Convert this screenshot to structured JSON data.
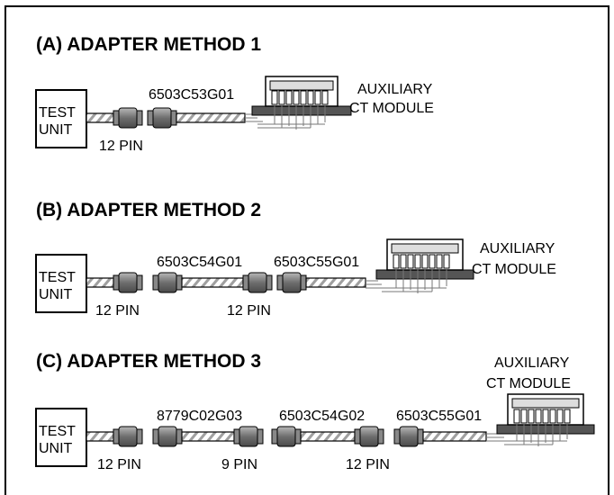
{
  "sections": [
    {
      "title": "(A) ADAPTER METHOD 1",
      "test_unit": [
        "TEST",
        "UNIT"
      ],
      "cables": [
        "6503C53G01"
      ],
      "pin_labels": [
        "12 PIN"
      ],
      "module_label": [
        "AUXILIARY",
        "CT MODULE"
      ]
    },
    {
      "title": "(B) ADAPTER METHOD 2",
      "test_unit": [
        "TEST",
        "UNIT"
      ],
      "cables": [
        "6503C54G01",
        "6503C55G01"
      ],
      "pin_labels": [
        "12 PIN",
        "12 PIN"
      ],
      "module_label": [
        "AUXILIARY",
        "CT MODULE"
      ]
    },
    {
      "title": "(C) ADAPTER METHOD 3",
      "test_unit": [
        "TEST",
        "UNIT"
      ],
      "cables": [
        "8779C02G03",
        "6503C54G02",
        "6503C55G01"
      ],
      "pin_labels": [
        "12 PIN",
        "9 PIN",
        "12 PIN"
      ],
      "module_label": [
        "AUXILIARY",
        "CT MODULE"
      ]
    }
  ],
  "colors": {
    "line": "#000000",
    "connector": "#7a7a7a",
    "cable_stripe": "#9a9a9a",
    "background": "#ffffff"
  }
}
